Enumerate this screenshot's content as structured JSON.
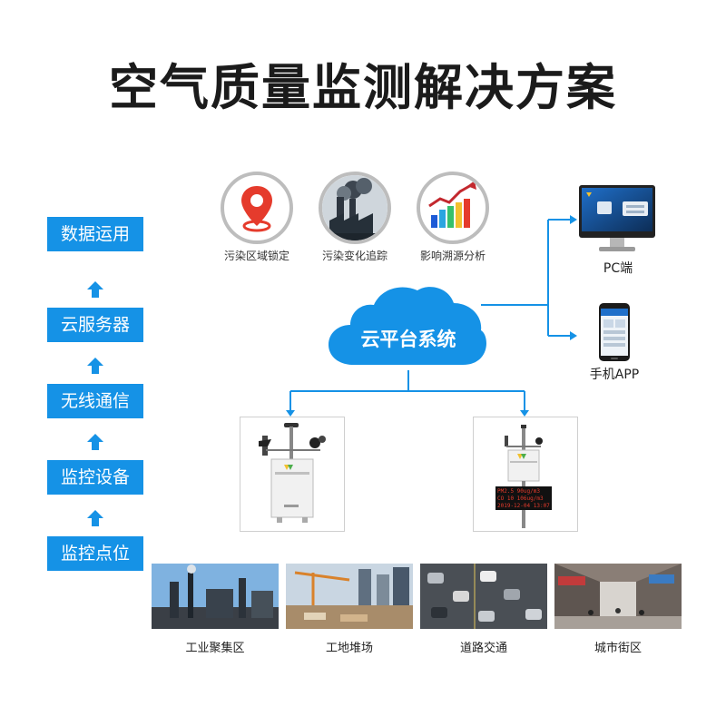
{
  "title": "空气质量监测解决方案",
  "stack": [
    "数据运用",
    "云服务器",
    "无线通信",
    "监控设备",
    "监控点位"
  ],
  "features": [
    {
      "label": "污染区域锁定",
      "icon": "location-pin-icon"
    },
    {
      "label": "污染变化追踪",
      "icon": "factory-smoke-icon"
    },
    {
      "label": "影响溯源分析",
      "icon": "growth-bar-chart-icon"
    }
  ],
  "cloud_label": "云平台系统",
  "clients": {
    "pc": "PC端",
    "app": "手机APP"
  },
  "device_display": {
    "line1": "PM2.5  90ug/m3",
    "line2": "CO  10  106ug/m3",
    "line3": "2019-12-04 13:07"
  },
  "scenes": [
    "工业聚集区",
    "工地堆场",
    "道路交通",
    "城市街区"
  ],
  "colors": {
    "accent": "#1592e6",
    "line": "#1592e6"
  }
}
